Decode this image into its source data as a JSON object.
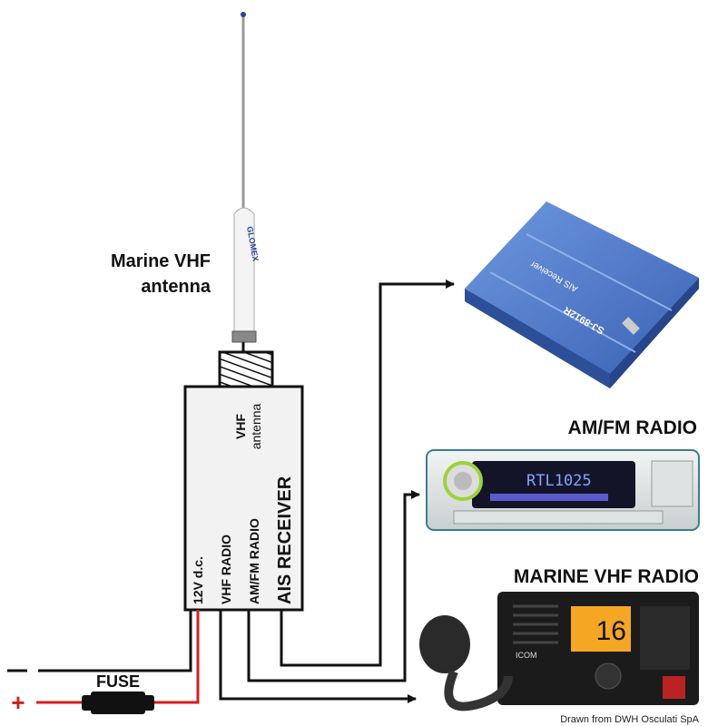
{
  "labels": {
    "antenna_line1": "Marine VHF",
    "antenna_line2": "antenna",
    "amfm_radio": "AM/FM RADIO",
    "marine_vhf_radio": "MARINE VHF RADIO",
    "fuse": "FUSE",
    "minus": "−",
    "plus": "+",
    "credit": "Drawn from DWH Osculati SpA"
  },
  "ais_box": {
    "antenna_port_line1": "VHF",
    "antenna_port_line2": "antenna",
    "port_power": "12V d.c.",
    "port_vhf": "VHF RADIO",
    "port_amfm": "AM/FM RADIO",
    "title": "AIS RECEIVER"
  },
  "devices": {
    "antenna_brand": "GLOMEX",
    "ais_model": "SJ-8912R",
    "ais_name": "AIS Receiver",
    "radio_display": "RTL1025",
    "vhf_channel": "16",
    "vhf_brand": "ICOM"
  },
  "colors": {
    "wire": "#111111",
    "positive_wire": "#d41e1e",
    "ais_device": "#4a78c8",
    "vhf_display": "#f5a623"
  }
}
